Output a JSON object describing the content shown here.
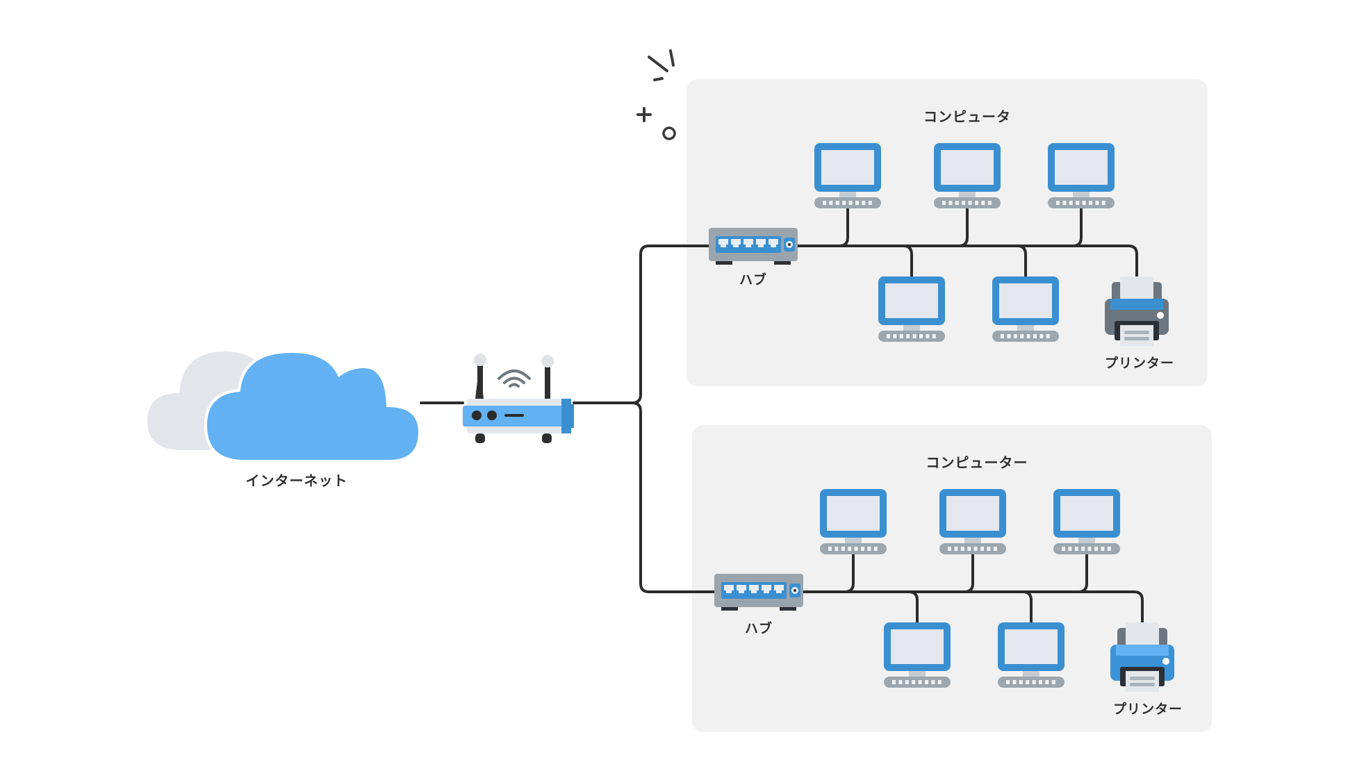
{
  "diagram": {
    "title": "ネットワーク構成図",
    "internet": {
      "label": "インターネット",
      "icon": "cloud-icon"
    },
    "router": {
      "icon": "wifi-router-icon"
    },
    "networks": [
      {
        "title": "コンピュータ",
        "hub": {
          "label": "ハブ",
          "icon": "network-hub-icon"
        },
        "computers": [
          {
            "icon": "desktop-computer-icon"
          },
          {
            "icon": "desktop-computer-icon"
          },
          {
            "icon": "desktop-computer-icon"
          },
          {
            "icon": "desktop-computer-icon"
          },
          {
            "icon": "desktop-computer-icon"
          }
        ],
        "printer": {
          "label": "プリンター",
          "icon": "printer-icon",
          "color": "#6b7680"
        }
      },
      {
        "title": "コンピューター",
        "hub": {
          "label": "ハブ",
          "icon": "network-hub-icon"
        },
        "computers": [
          {
            "icon": "desktop-computer-icon"
          },
          {
            "icon": "desktop-computer-icon"
          },
          {
            "icon": "desktop-computer-icon"
          },
          {
            "icon": "desktop-computer-icon"
          },
          {
            "icon": "desktop-computer-icon"
          }
        ],
        "printer": {
          "label": "プリンター",
          "icon": "printer-icon",
          "color": "#3a93d6"
        }
      }
    ],
    "colors": {
      "accent_blue": "#3a8fd1",
      "light_blue": "#62b1f3",
      "screen": "#e4e8ee",
      "hub_gray": "#9aa4ad",
      "line": "#2b2b2b",
      "panel_bg": "#f1f1f1",
      "cloud_gray": "#e2e6eb"
    }
  }
}
